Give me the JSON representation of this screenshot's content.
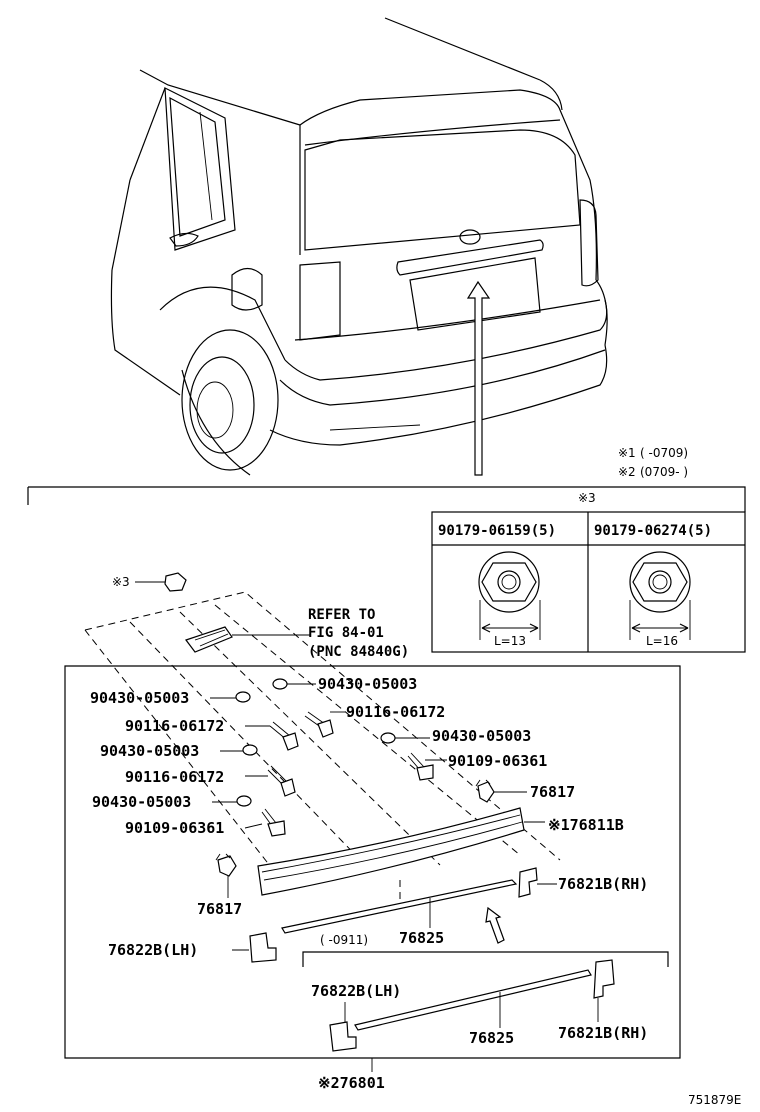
{
  "notes": {
    "note1_mark": "※1",
    "note1_range": "(    -0709)",
    "note2_mark": "※2",
    "note2_range": "(0709-    )",
    "note3_mark": "※3"
  },
  "nut_table": {
    "header_left": "90179-06159(5)",
    "header_right": "90179-06274(5)",
    "length_left": "L=13",
    "length_right": "L=16"
  },
  "refer": {
    "line1": "REFER TO",
    "line2": "FIG 84-01",
    "line3": "(PNC 84840G)"
  },
  "labels": {
    "mark3_top": "※3",
    "p_90430_a": "90430-05003",
    "p_90430_b": "90430-05003",
    "p_90430_c": "90430-05003",
    "p_90430_d": "90430-05003",
    "p_90430_e": "90430-05003",
    "p_90116_a": "90116-06172",
    "p_90116_b": "90116-06172",
    "p_90116_c": "90116-06172",
    "p_90109_a": "90109-06361",
    "p_90109_b": "90109-06361",
    "p_76817_a": "76817",
    "p_76817_b": "76817",
    "p_76811b": "※176811B",
    "p_76821b_rh_a": "76821B(RH)",
    "p_76821b_rh_b": "76821B(RH)",
    "p_76822b_lh_a": "76822B(LH)",
    "p_76822b_lh_b": "76822B(LH)",
    "p_76825_a": "76825",
    "p_76825_b": "76825",
    "range_0911": "(    -0911)",
    "p_76801": "※276801",
    "figure_id": "751879E"
  },
  "icons": [
    "car-rear-illustration",
    "arrow-up-icon",
    "nut-icon",
    "bolt-icon",
    "clip-icon",
    "washer-icon",
    "garnish-icon",
    "pad-icon"
  ]
}
